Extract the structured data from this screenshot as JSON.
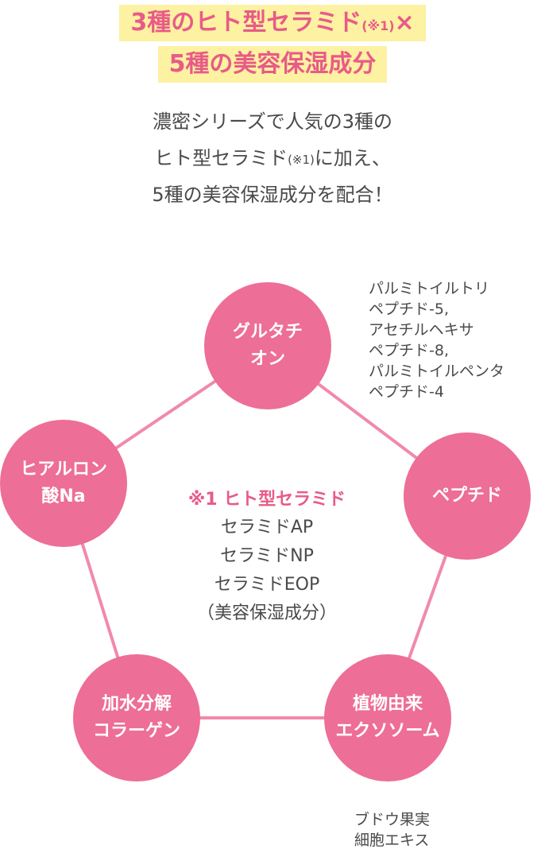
{
  "headline": {
    "line1_main": "3種のヒト型セラミド",
    "line1_note": "(※1)",
    "line1_end": "×",
    "line2": "5種の美容保湿成分"
  },
  "intro": {
    "line1": "濃密シリーズで人気の3種の",
    "line2_main": "ヒト型セラミド",
    "line2_note": "(※1)",
    "line2_end": "に加え、",
    "line3": "5種の美容保湿成分を配合！"
  },
  "nodes": {
    "glutathione": {
      "line1": "グルタチ",
      "line2": "オン"
    },
    "peptide": {
      "line1": "ペプチド"
    },
    "hyaluronic": {
      "line1": "ヒアルロン",
      "line2": "酸Na"
    },
    "collagen": {
      "line1": "加水分解",
      "line2": "コラーゲン"
    },
    "exosome": {
      "line1": "植物由来",
      "line2": "エクソソーム"
    }
  },
  "notes": {
    "peptide": [
      "パルミトイルトリ",
      "ペプチド-5,",
      "アセチルヘキサ",
      "ペプチド-8,",
      "パルミトイルペンタ",
      "ペプチド-4"
    ],
    "exosome": [
      "ブドウ果実",
      "細胞エキス"
    ]
  },
  "center": {
    "title": "※1 ヒト型セラミド",
    "items": [
      "セラミドAP",
      "セラミドNP",
      "セラミドEOP",
      "（美容保湿成分）"
    ]
  },
  "colors": {
    "accent_pink": "#ed6e96",
    "headline_text": "#e85b87",
    "headline_highlight": "#fdf1a2",
    "body_text": "#4a4a4a",
    "connector": "#f08aab"
  }
}
